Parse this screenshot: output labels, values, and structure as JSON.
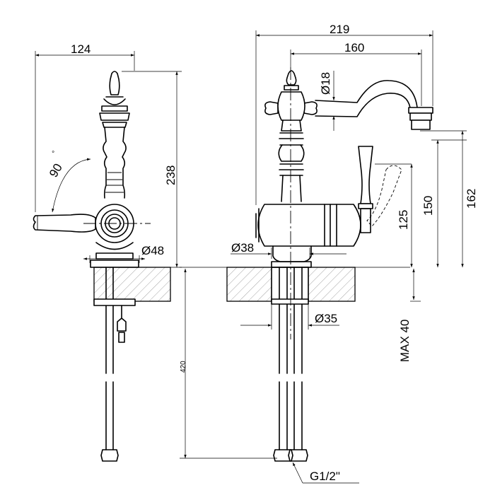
{
  "dimensions": {
    "side_width": "124",
    "side_height": "238",
    "rotation": "90",
    "degree_mark": "°",
    "side_diameter": "Ø48",
    "front_width": "219",
    "spout_reach": "160",
    "spout_diameter": "Ø18",
    "front_height_total": "162",
    "front_height_mid": "150",
    "front_height_low": "125",
    "base_diameter": "Ø38",
    "hole_diameter": "Ø35",
    "max_thickness": "MAX 40",
    "hose_length": "420",
    "thread": "G1/2\""
  },
  "colors": {
    "line": "#000000",
    "background": "#ffffff",
    "hatch": "#666666"
  }
}
